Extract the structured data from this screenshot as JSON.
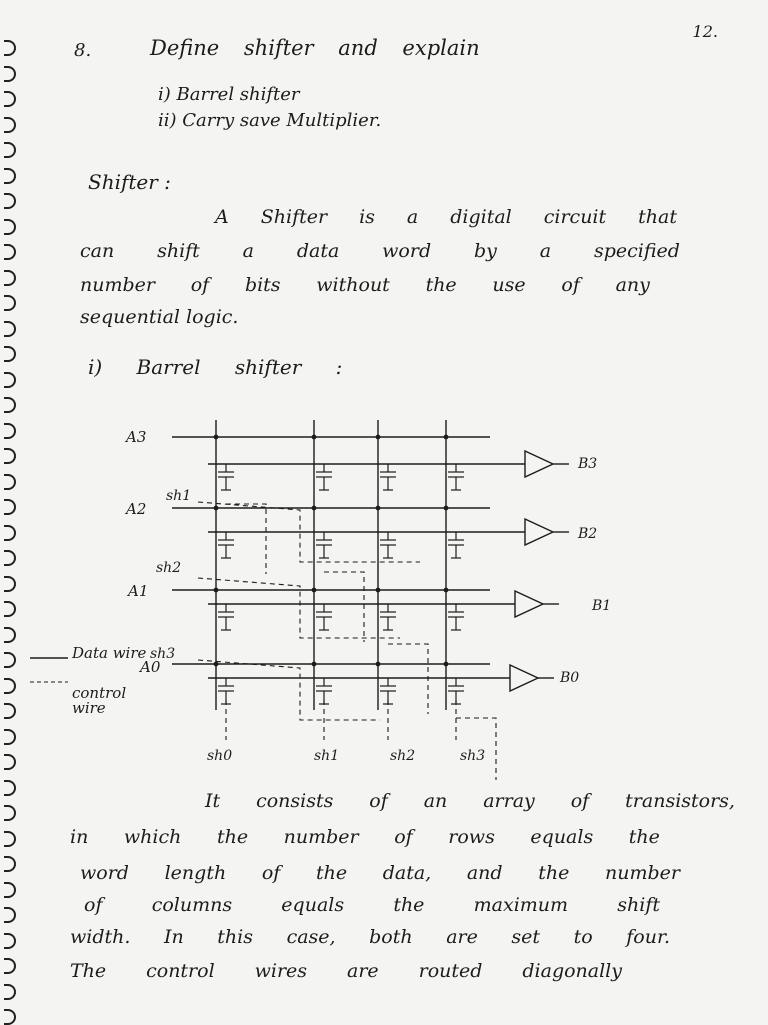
{
  "page_number": "12.",
  "question": {
    "number": "8.",
    "title": "Define shifter and explain",
    "items": [
      "i) Barrel shifter",
      "ii) Carry save Multiplier."
    ]
  },
  "shifter": {
    "heading": "Shifter :",
    "lines": [
      "A Shifter is a digital circuit that",
      "can shift a data word by a specified",
      "number of bits without the use of any",
      "sequential logic."
    ]
  },
  "barrel": {
    "heading": "i) Barrel shifter :",
    "inputs": [
      "A3",
      "A2",
      "A1",
      "A0"
    ],
    "outputs": [
      "B3",
      "B2",
      "B1",
      "B0"
    ],
    "shift_lines": [
      "sh1",
      "sh2",
      "sh3"
    ],
    "shift_bottom": [
      "sh0",
      "sh1",
      "sh2",
      "sh3"
    ],
    "legend_data": "Data wire",
    "legend_control": "control wire",
    "paragraph": [
      "It consists of an array of transistors,",
      "in which the number of rows equals the",
      "word length of the data, and the number",
      "of columns equals the maximum shift",
      "width. In this case, both are set to four.",
      "The control wires are routed diagonally"
    ]
  }
}
